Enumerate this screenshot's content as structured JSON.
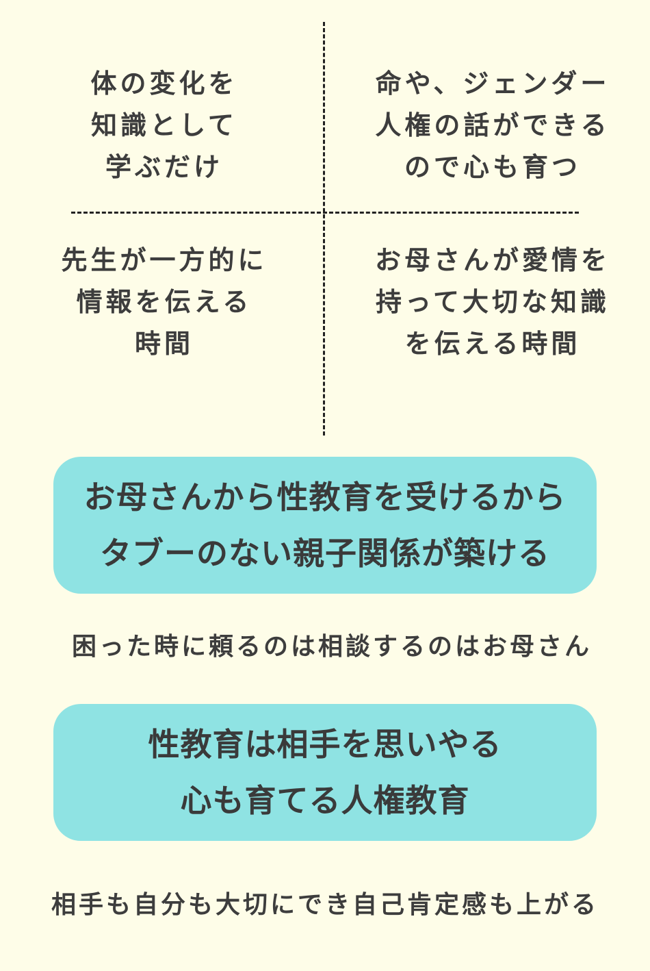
{
  "quadrants": {
    "top_left": [
      "体の変化を",
      "知識として",
      "学ぶだけ"
    ],
    "top_right": [
      "命や、ジェンダー",
      "人権の話ができる",
      "ので心も育つ"
    ],
    "bottom_left": [
      "先生が一方的に",
      "情報を伝える",
      "時間"
    ],
    "bottom_right": [
      "お母さんが愛情を",
      "持って大切な知識",
      "を伝える時間"
    ]
  },
  "box1": [
    "お母さんから性教育を受けるから",
    "タブーのない親子関係が築ける"
  ],
  "note1": "困った時に頼るのは相談するのはお母さん",
  "box2": [
    "性教育は相手を思いやる",
    "心も育てる人権教育"
  ],
  "note2": "相手も自分も大切にでき自己肯定感も上がる",
  "colors": {
    "background": "#FEFDE8",
    "box": "#8FE3E3",
    "text": "#3d3d3d",
    "divider": "#222222"
  }
}
